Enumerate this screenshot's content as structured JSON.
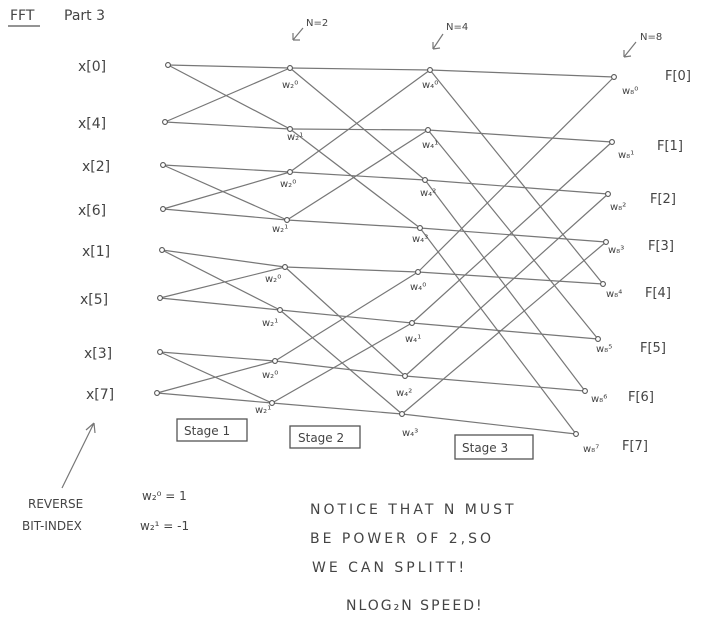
{
  "header": {
    "title": "FFT",
    "subtitle": "Part 3"
  },
  "inputs": [
    "x[0]",
    "x[4]",
    "x[2]",
    "x[6]",
    "x[1]",
    "x[5]",
    "x[3]",
    "x[7]"
  ],
  "outputs": [
    "F[0]",
    "F[1]",
    "F[2]",
    "F[3]",
    "F[4]",
    "F[5]",
    "F[6]",
    "F[7]"
  ],
  "n_labels": [
    "N=2",
    "N=4",
    "N=8"
  ],
  "stages": [
    "Stage 1",
    "Stage 2",
    "Stage 3"
  ],
  "twiddles_stage1": [
    "w₂⁰",
    "w₂¹",
    "w₂⁰",
    "w₂¹",
    "w₂⁰",
    "w₂¹",
    "w₂⁰",
    "w₂¹"
  ],
  "twiddles_stage2": [
    "w₄⁰",
    "w₄¹",
    "w₄²",
    "w₄³",
    "w₄⁰",
    "w₄¹",
    "w₄²",
    "w₄³"
  ],
  "twiddles_stage3": [
    "w₈⁰",
    "w₈¹",
    "w₈²",
    "w₈³",
    "w₈⁴",
    "w₈⁵",
    "w₈⁶",
    "w₈⁷"
  ],
  "reverse_note": {
    "line1": "REVERSE",
    "line2": "BIT-INDEX"
  },
  "w_values": {
    "line1": "w₂⁰ = 1",
    "line2": "w₂¹ = -1"
  },
  "notice": {
    "line1": "NOTICE THAT N MUST",
    "line2": "BE POWER OF 2,SO",
    "line3": "WE CAN SPLITT!",
    "line4": "NLOG₂N SPEED!"
  }
}
